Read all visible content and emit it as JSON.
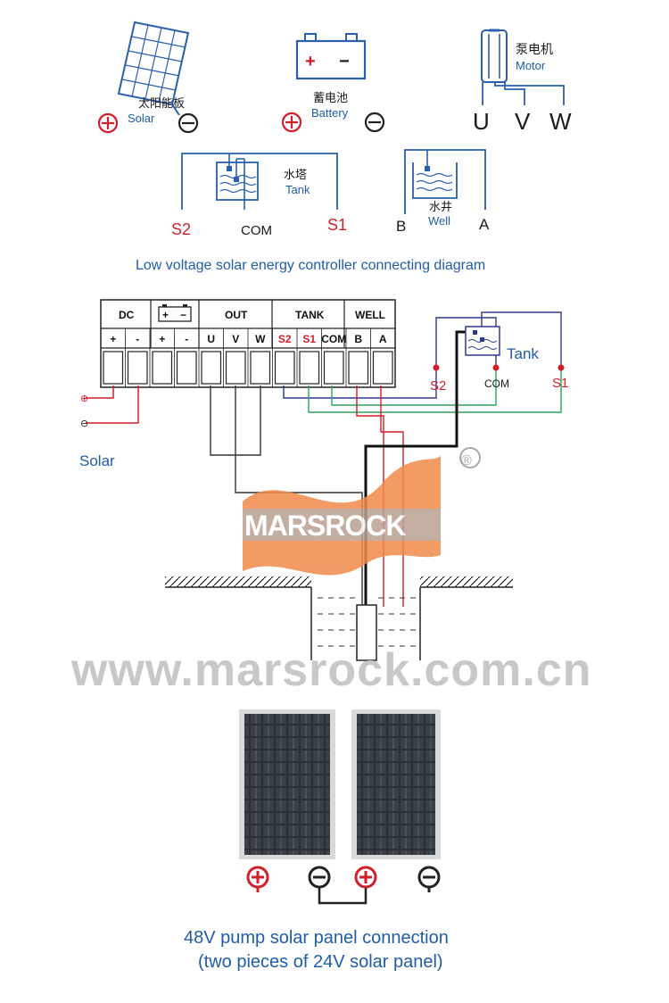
{
  "legend": {
    "solar": {
      "cn": "太阳能板",
      "en": "Solar",
      "plus": "+",
      "minus": "−"
    },
    "battery": {
      "cn": "蓄电池",
      "en": "Battery",
      "plus": "+",
      "minus": "−",
      "plus2": "+",
      "minus2": "−"
    },
    "motor": {
      "cn": "泵电机",
      "en": "Motor",
      "u": "U",
      "v": "V",
      "w": "W"
    },
    "tank": {
      "cn": "水塔",
      "en": "Tank",
      "s2": "S2",
      "com": "COM",
      "s1": "S1"
    },
    "well": {
      "cn": "水井",
      "en": "Well",
      "b": "B",
      "a": "A"
    }
  },
  "diagram_title": "Low voltage solar energy controller connecting diagram",
  "controller": {
    "headers": {
      "dc": "DC",
      "out": "OUT",
      "tank": "TANK",
      "well": "WELL",
      "battery_plus": "+",
      "battery_minus": "−"
    },
    "terminals": [
      "+",
      "-",
      "+",
      "-",
      "U",
      "V",
      "W",
      "S2",
      "S1",
      "COM",
      "B",
      "A"
    ]
  },
  "tank_sensor": {
    "label": "Tank",
    "s2": "S2",
    "com": "COM",
    "s1": "S1"
  },
  "solar_input": {
    "label": "Solar",
    "plus": "⊕",
    "minus": "⊖"
  },
  "watermark": {
    "logo": "MARSROCK",
    "registered": "®",
    "url": "www.marsrock.com.cn"
  },
  "panels": {
    "symbols": [
      "+",
      "−",
      "+",
      "−"
    ]
  },
  "caption": {
    "line1": "48V pump solar panel connection",
    "line2": "(two pieces of 24V solar panel)"
  },
  "colors": {
    "blue": "#1f5da8",
    "red": "#d21e2a",
    "green": "#2fa05a",
    "navy": "#2b3a8c",
    "orange": "#f08a4b"
  }
}
